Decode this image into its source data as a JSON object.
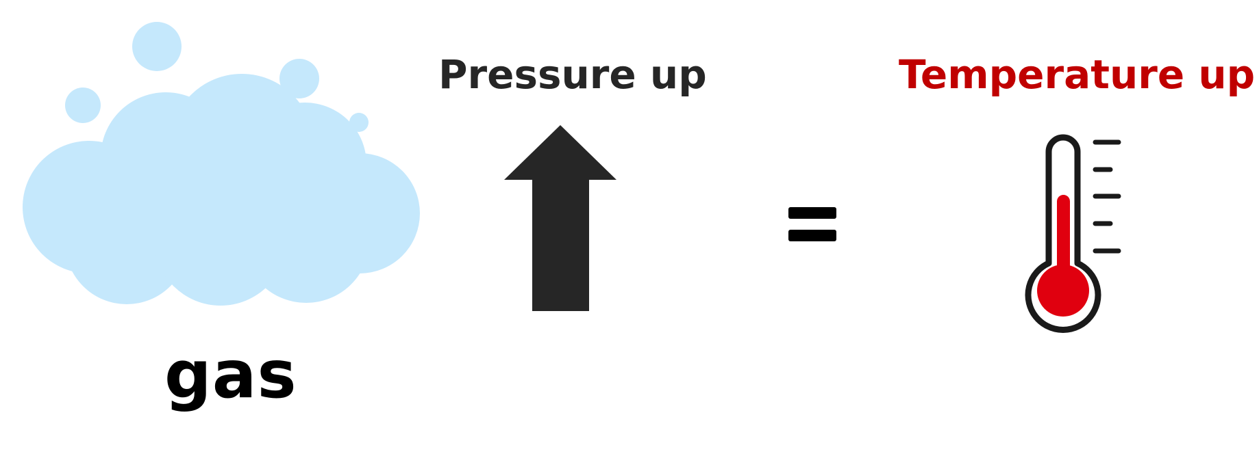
{
  "gas": {
    "label": "gas",
    "icon": "cloud-icon",
    "color": "#c5e8fc"
  },
  "pressure": {
    "label": "Pressure up",
    "icon": "up-arrow-icon",
    "color": "#262626"
  },
  "equals": {
    "icon": "equals-icon",
    "color": "#000000"
  },
  "temperature": {
    "label": "Temperature up",
    "icon": "thermometer-icon",
    "label_color": "#c00000",
    "mercury_color": "#e0000f",
    "outline_color": "#1a1a1a"
  }
}
